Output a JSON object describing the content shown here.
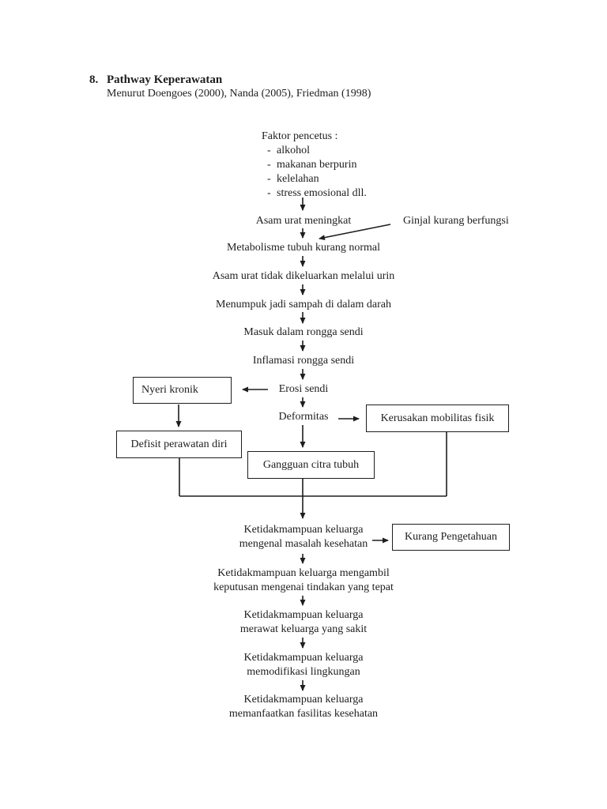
{
  "colors": {
    "background": "#ffffff",
    "text": "#1e1e1e",
    "line": "#1e1e1e"
  },
  "header": {
    "number": "8.",
    "title": "Pathway Keperawatan",
    "subtitle": "Menurut Doengoes (2000), Nanda (2005), Friedman (1998)"
  },
  "diagram": {
    "trigger": {
      "label": "Faktor pencetus :",
      "bullet": "-",
      "items": [
        "alkohol",
        "makanan berpurin",
        "kelelahan",
        "stress emosional dll."
      ]
    },
    "nodes": {
      "asam_urat_meningkat": "Asam urat meningkat",
      "ginjal_kurang_berfungsi": "Ginjal kurang berfungsi",
      "metabolisme_tubuh": "Metabolisme tubuh kurang normal",
      "asam_urat_tidak_dikeluarkan": "Asam urat tidak dikeluarkan melalui urin",
      "menumpuk_sampah_darah": "Menumpuk jadi sampah di dalam darah",
      "masuk_rongga_sendi": "Masuk dalam rongga sendi",
      "inflamasi_rongga_sendi": "Inflamasi rongga sendi",
      "erosi_sendi": "Erosi sendi",
      "deformitas": "Deformitas",
      "mengenal": {
        "lines": [
          "Ketidakmampuan keluarga",
          "mengenal masalah kesehatan"
        ]
      },
      "mengambil": {
        "lines": [
          "Ketidakmampuan keluarga mengambil",
          "keputusan mengenai tindakan yang tepat"
        ]
      },
      "merawat": {
        "lines": [
          "Ketidakmampuan keluarga",
          "merawat keluarga yang sakit"
        ]
      },
      "memodifikasi": {
        "lines": [
          "Ketidakmampuan keluarga",
          "memodifikasi lingkungan"
        ]
      },
      "memanfaatkan": {
        "lines": [
          "Ketidakmampuan keluarga",
          "memanfaatkan fasilitas kesehatan"
        ]
      }
    },
    "boxes": {
      "nyeri_kronik": "Nyeri kronik",
      "defisit_perawatan_diri": "Defisit perawatan diri",
      "kerusakan_mobilitas_fisik": "Kerusakan mobilitas fisik",
      "gangguan_citra_tubuh": "Gangguan citra tubuh",
      "kurang_pengetahuan": "Kurang Pengetahuan"
    },
    "edges": [
      {
        "from": "faktor_pencetus",
        "to": "asam_urat_meningkat"
      },
      {
        "from": "asam_urat_meningkat",
        "to": "metabolisme_tubuh"
      },
      {
        "from": "ginjal_kurang_berfungsi",
        "to": "metabolisme_tubuh"
      },
      {
        "from": "metabolisme_tubuh",
        "to": "asam_urat_tidak_dikeluarkan"
      },
      {
        "from": "asam_urat_tidak_dikeluarkan",
        "to": "menumpuk_sampah_darah"
      },
      {
        "from": "menumpuk_sampah_darah",
        "to": "masuk_rongga_sendi"
      },
      {
        "from": "masuk_rongga_sendi",
        "to": "inflamasi_rongga_sendi"
      },
      {
        "from": "inflamasi_rongga_sendi",
        "to": "erosi_sendi"
      },
      {
        "from": "erosi_sendi",
        "to": "nyeri_kronik"
      },
      {
        "from": "erosi_sendi",
        "to": "deformitas"
      },
      {
        "from": "deformitas",
        "to": "kerusakan_mobilitas_fisik"
      },
      {
        "from": "deformitas",
        "to": "gangguan_citra_tubuh"
      },
      {
        "from": "nyeri_kronik",
        "to": "defisit_perawatan_diri"
      },
      {
        "from": "defisit_perawatan_diri",
        "to": "mengenal"
      },
      {
        "from": "gangguan_citra_tubuh",
        "to": "mengenal"
      },
      {
        "from": "kerusakan_mobilitas_fisik",
        "to": "mengenal"
      },
      {
        "from": "mengenal",
        "to": "kurang_pengetahuan"
      },
      {
        "from": "mengenal",
        "to": "mengambil"
      },
      {
        "from": "mengambil",
        "to": "merawat"
      },
      {
        "from": "merawat",
        "to": "memodifikasi"
      },
      {
        "from": "memodifikasi",
        "to": "memanfaatkan"
      }
    ]
  }
}
